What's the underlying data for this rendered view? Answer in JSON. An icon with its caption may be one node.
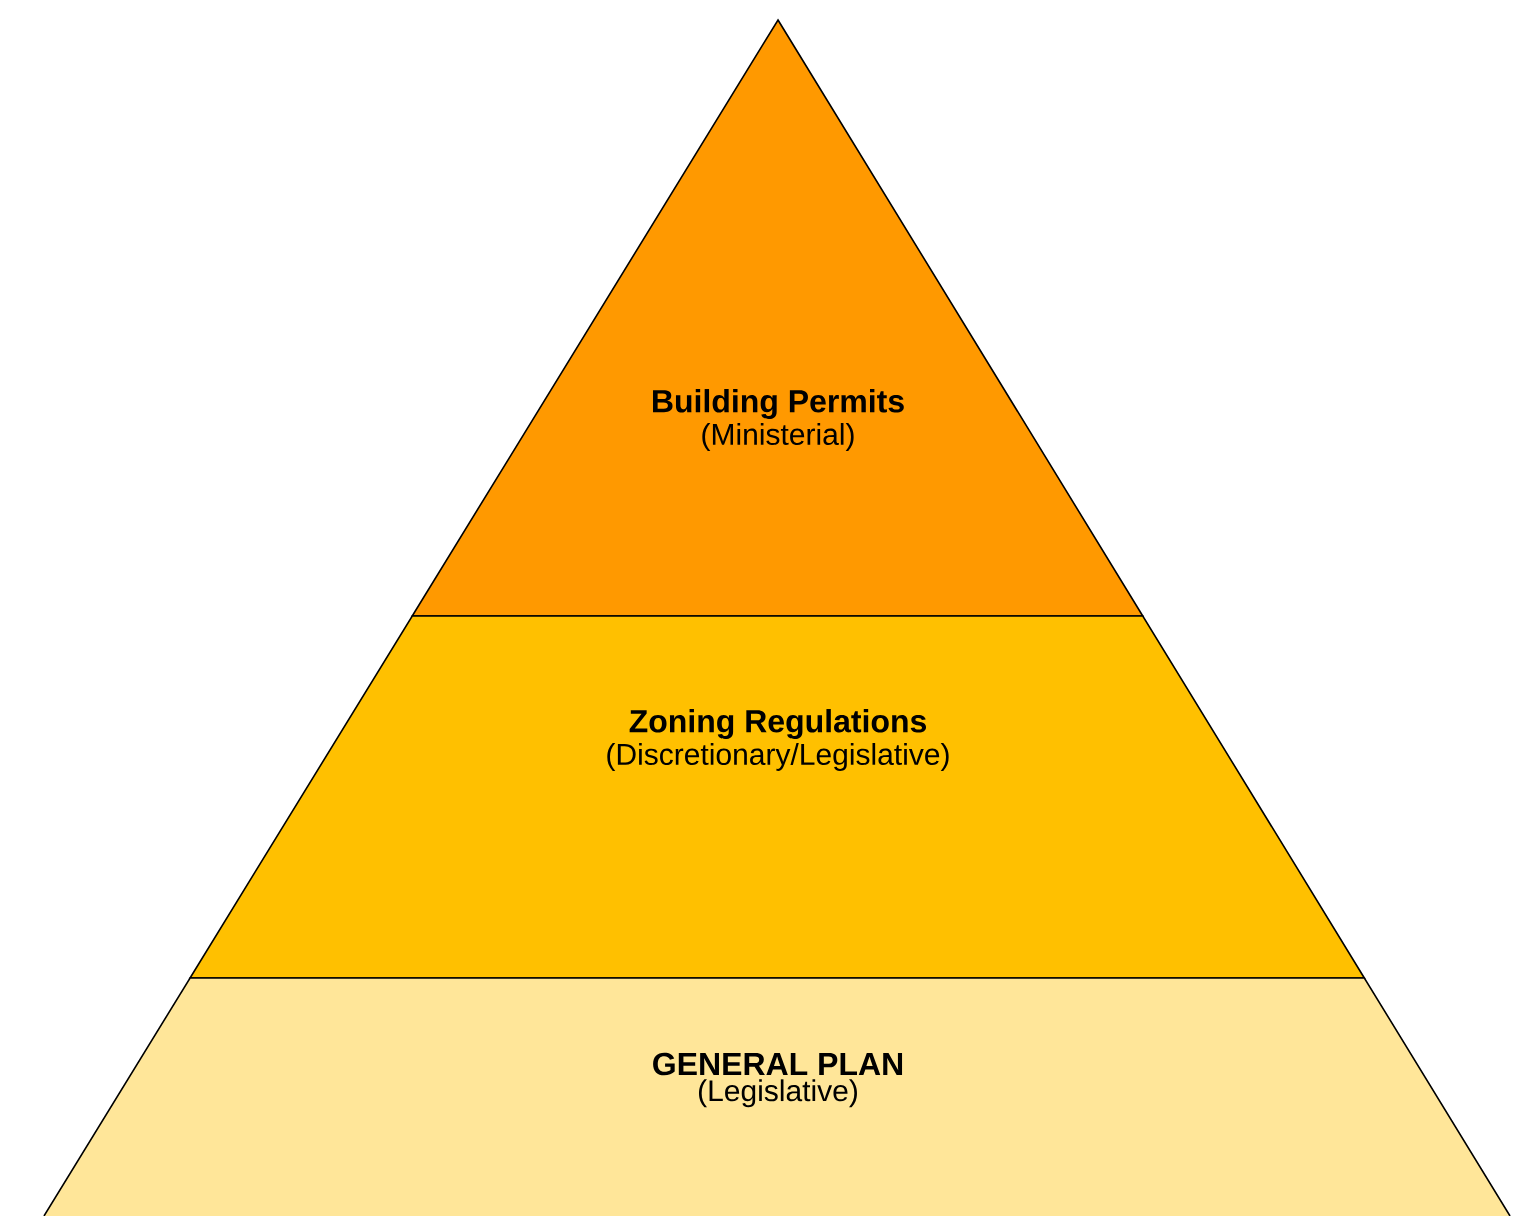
{
  "diagram": {
    "nodes": [
      {
        "text": [
          "Building Permits",
          "(Ministerial)"
        ]
      },
      {
        "text": [
          "Zoning Regulations",
          "(Discretionary/Legislative)"
        ]
      },
      {
        "text": [
          "GENERAL PLAN",
          "(Legislative)"
        ]
      }
    ]
  }
}
